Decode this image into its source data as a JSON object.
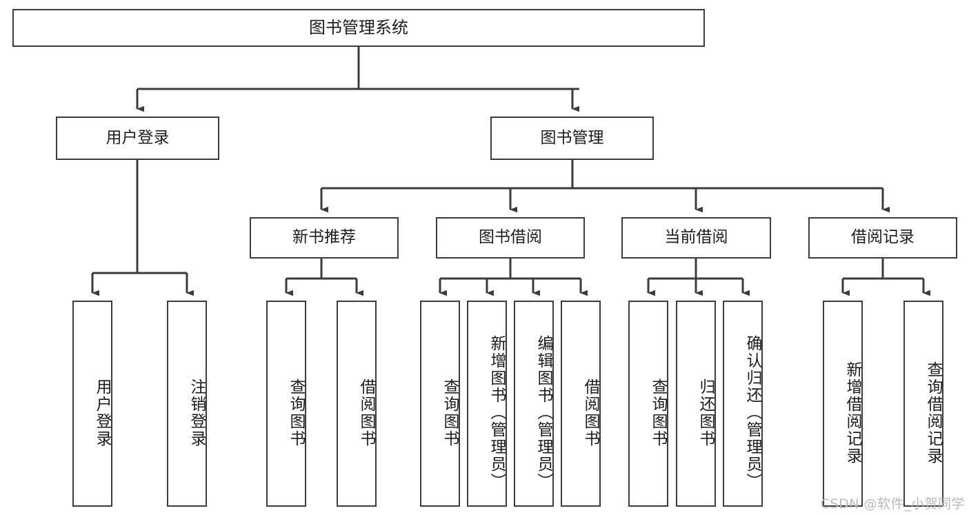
{
  "diagram": {
    "title": "图书管理系统",
    "watermark": "CSDN @软件_小贺同学",
    "line_color": "#3b3b3b",
    "box_fill": "#ffffff",
    "text_color": "#1c1c1c",
    "watermark_color": "#b9b9b9"
  },
  "nodes": {
    "root": {
      "label": "图书管理系统"
    },
    "level2": [
      {
        "label": "用户登录"
      },
      {
        "label": "图书管理"
      }
    ],
    "level3": [
      {
        "label": "新书推荐"
      },
      {
        "label": "图书借阅"
      },
      {
        "label": "当前借阅"
      },
      {
        "label": "借阅记录"
      }
    ],
    "leaves": [
      {
        "label": "用户登录"
      },
      {
        "label": "注销登录"
      },
      {
        "label": "查询图书"
      },
      {
        "label": "借阅图书"
      },
      {
        "label": "查询图书"
      },
      {
        "label": "新增图书（管理员）"
      },
      {
        "label": "编辑图书（管理员）"
      },
      {
        "label": "借阅图书"
      },
      {
        "label": "查询图书"
      },
      {
        "label": "归还图书"
      },
      {
        "label": "确认归还（管理员）"
      },
      {
        "label": "新增借阅记录"
      },
      {
        "label": "查询借阅记录"
      }
    ]
  },
  "chart_data": {
    "type": "diagram",
    "subtype": "tree",
    "title": "图书管理系统",
    "orientation": "top-down",
    "tree": {
      "label": "图书管理系统",
      "children": [
        {
          "label": "用户登录",
          "children": [
            {
              "label": "用户登录"
            },
            {
              "label": "注销登录"
            }
          ]
        },
        {
          "label": "图书管理",
          "children": [
            {
              "label": "新书推荐",
              "children": [
                {
                  "label": "查询图书"
                },
                {
                  "label": "借阅图书"
                }
              ]
            },
            {
              "label": "图书借阅",
              "children": [
                {
                  "label": "查询图书"
                },
                {
                  "label": "新增图书（管理员）"
                },
                {
                  "label": "编辑图书（管理员）"
                },
                {
                  "label": "借阅图书"
                }
              ]
            },
            {
              "label": "当前借阅",
              "children": [
                {
                  "label": "查询图书"
                },
                {
                  "label": "归还图书"
                },
                {
                  "label": "确认归还（管理员）"
                }
              ]
            },
            {
              "label": "借阅记录",
              "children": [
                {
                  "label": "新增借阅记录"
                },
                {
                  "label": "查询借阅记录"
                }
              ]
            }
          ]
        }
      ]
    }
  }
}
